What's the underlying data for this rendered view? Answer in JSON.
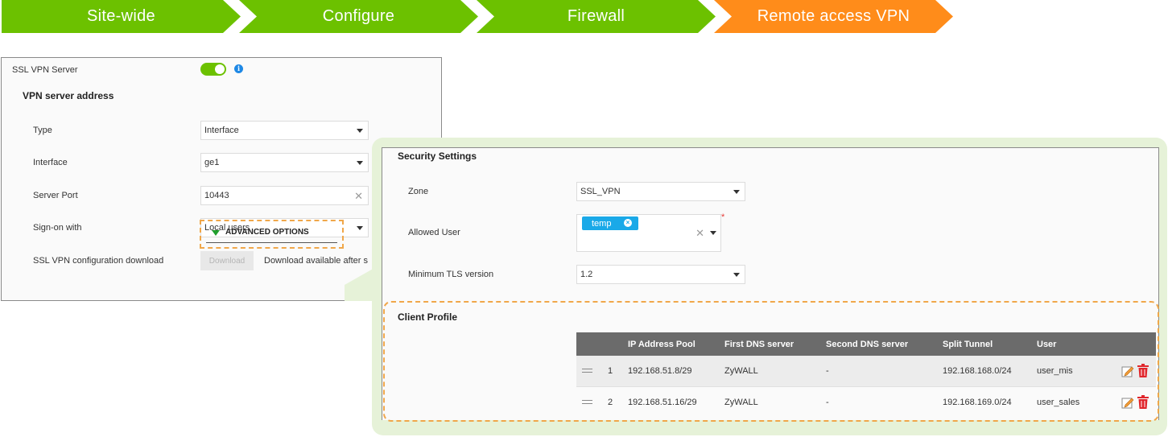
{
  "breadcrumb": {
    "steps": [
      "Site-wide",
      "Configure",
      "Firewall",
      "Remote access VPN"
    ],
    "colors": {
      "done": "#6cc100",
      "active": "#ff8c1a"
    }
  },
  "ssl_server": {
    "label": "SSL VPN Server",
    "enabled": true,
    "section_title": "VPN server address",
    "type_label": "Type",
    "type_value": "Interface",
    "interface_label": "Interface",
    "interface_value": "ge1",
    "port_label": "Server Port",
    "port_value": "10443",
    "signon_label": "Sign-on with",
    "signon_value": "Local users",
    "download_label": "SSL VPN configuration download",
    "download_button": "Download",
    "download_note": "Download available after s",
    "advanced_label": "ADVANCED OPTIONS"
  },
  "security": {
    "title": "Security Settings",
    "zone_label": "Zone",
    "zone_value": "SSL_VPN",
    "allowed_user_label": "Allowed User",
    "allowed_user_tag": "temp",
    "required_mark": "*",
    "tls_label": "Minimum TLS version",
    "tls_value": "1.2"
  },
  "client_profile": {
    "title": "Client Profile",
    "columns": [
      "IP Address Pool",
      "First DNS server",
      "Second DNS server",
      "Split Tunnel",
      "User"
    ],
    "rows": [
      {
        "index": "1",
        "pool": "192.168.51.8/29",
        "dns1": "ZyWALL",
        "dns2": "-",
        "split": "192.168.168.0/24",
        "user": "user_mis"
      },
      {
        "index": "2",
        "pool": "192.168.51.16/29",
        "dns1": "ZyWALL",
        "dns2": "-",
        "split": "192.168.169.0/24",
        "user": "user_sales"
      }
    ]
  },
  "icons": {
    "info": "info-icon",
    "caret": "chevron-down-icon",
    "clear": "close-icon",
    "edit": "edit-icon",
    "delete": "trash-icon",
    "drag": "drag-handle-icon"
  }
}
